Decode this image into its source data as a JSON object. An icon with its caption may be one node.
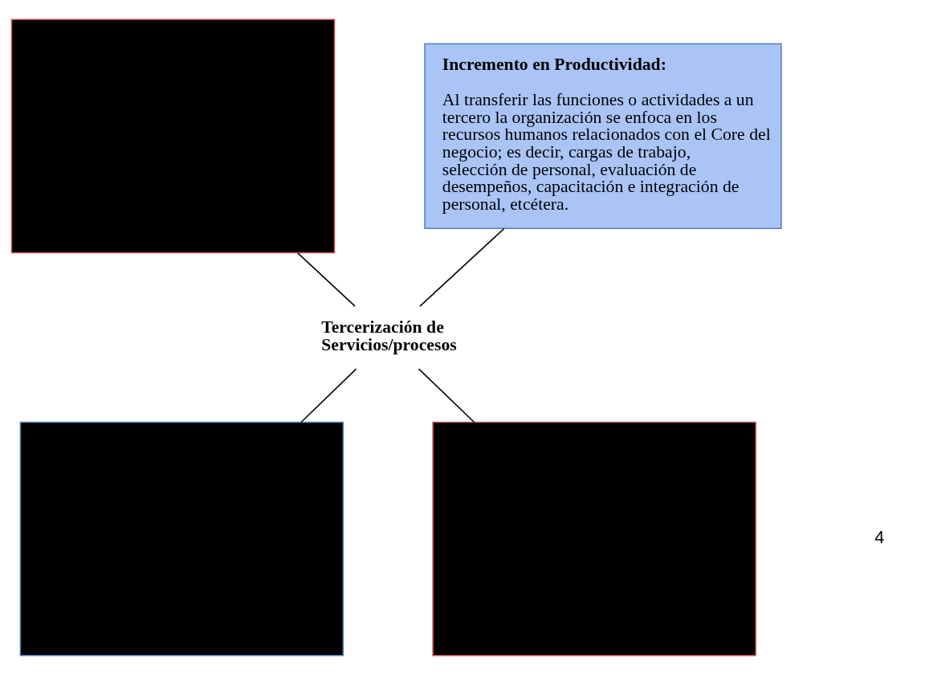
{
  "diagram": {
    "nodes": [
      {
        "text": [],
        "shape": "box"
      },
      {
        "text": [
          "Incremento en Productividad:",
          "Al transferir las funciones o actividades a un tercero la organización se enfoca en los recursos humanos relacionados con el Core del negocio; es decir, cargas de trabajo, selección de personal, evaluación de desempeños, capacitación e integración de personal, etcétera."
        ]
      },
      {
        "text": [
          "Tercerización de Servicios/procesos"
        ]
      },
      {
        "text": [],
        "shape": "box"
      },
      {
        "text": [],
        "shape": "box"
      }
    ],
    "edges": [
      {
        "from": 0,
        "to": 2,
        "arrow": "none"
      },
      {
        "from": 1,
        "to": 2,
        "arrow": "none"
      },
      {
        "from": 2,
        "to": 3,
        "arrow": "none"
      },
      {
        "from": 2,
        "to": 4,
        "arrow": "none"
      }
    ],
    "labels": [
      "4"
    ]
  }
}
